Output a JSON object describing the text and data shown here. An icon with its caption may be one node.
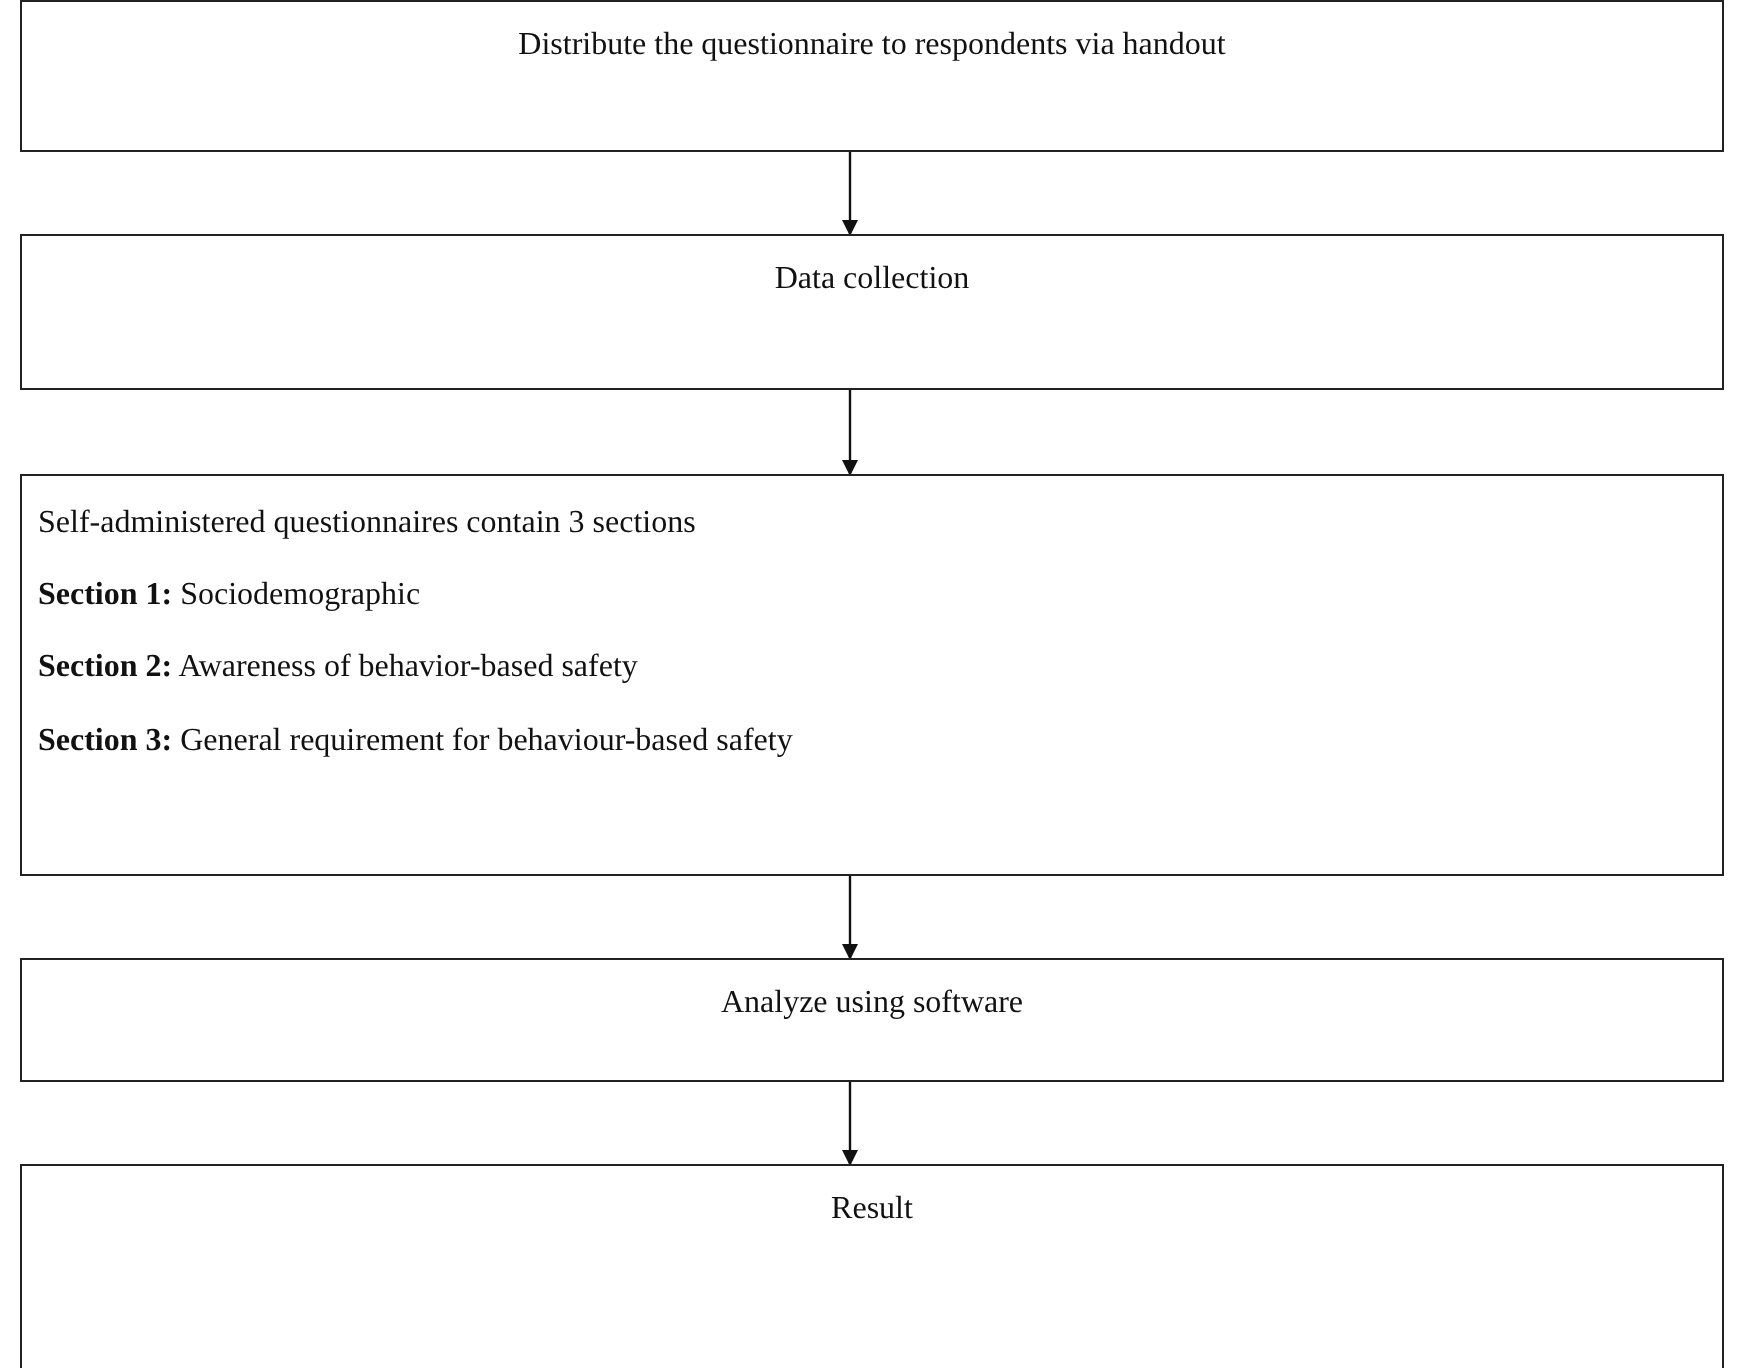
{
  "diagram": {
    "nodes": [
      {
        "text": [
          "Distribute the questionnaire to respondents via handout"
        ]
      },
      {
        "text": [
          "Data collection"
        ]
      },
      {
        "text": [
          "Self-administered questionnaires contain 3 sections",
          "**Section 1:** Sociodemographic",
          "**Section 2:** Awareness of behavior-based safety",
          "**Section 3:** General requirement for behaviour-based safety"
        ]
      },
      {
        "text": [
          "Analyze using software"
        ]
      },
      {
        "text": [
          "Result"
        ]
      }
    ],
    "edges": [
      {
        "from": 0,
        "to": 1,
        "arrow": "to"
      },
      {
        "from": 1,
        "to": 2,
        "arrow": "to"
      },
      {
        "from": 2,
        "to": 3,
        "arrow": "to"
      },
      {
        "from": 3,
        "to": 4,
        "arrow": "to"
      }
    ]
  }
}
